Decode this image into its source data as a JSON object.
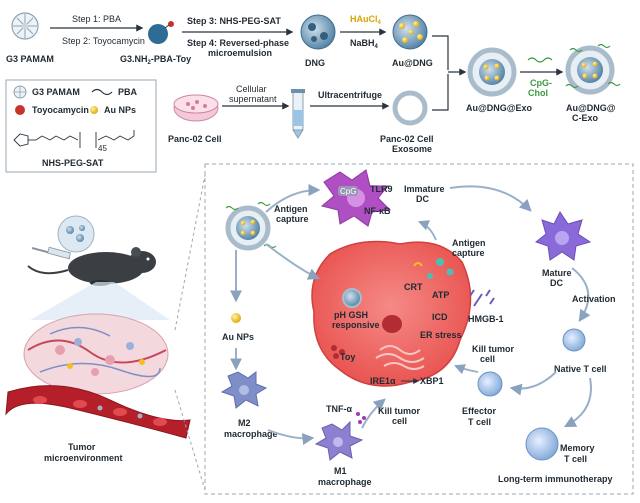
{
  "colors": {
    "pamam": "#d9e4ec",
    "dng_core": "#3d6e8f",
    "gold": "#f2c01e",
    "toyocamycin": "#c6342c",
    "tumor_cell": "#f0605e",
    "exosome_ring": "#a9bccb",
    "immature_dc": "#b04fc4",
    "mature_dc": "#8a6ad8",
    "t_cell": "#7ea7d8",
    "m2": "#7f8ec9",
    "m1": "#8e80d1",
    "arrow": "#9ab0c8",
    "green_text": "#3c9a45"
  },
  "synthesis": {
    "g3_pamam": "G3 PAMAM",
    "step1": "Step 1: PBA",
    "step2": "Step 2: Toyocamycin",
    "intermediate_line1": "G3.NH",
    "intermediate_sub": "2",
    "intermediate_line2": "-PBA-Toy",
    "step3": "Step 3: NHS-PEG-SAT",
    "step4_line1": "Step 4: Reversed-phase",
    "step4_line2": "microemulsion",
    "dng": "DNG",
    "haucl4_main": "HAuCl",
    "haucl4_sub": "4",
    "nabh4_main": "NaBH",
    "nabh4_sub": "4",
    "au_dng": "Au@DNG",
    "cell_supernatant_line1": "Cellular",
    "cell_supernatant_line2": "supernatant",
    "ultracentrifuge": "Ultracentrifuge",
    "panc02_cell": "Panc-02 Cell",
    "exosome_line1": "Panc-02 Cell",
    "exosome_line2": "Exosome",
    "au_dng_exo": "Au@DNG@Exo",
    "cpg_line1": "CpG-",
    "cpg_line2": "Chol",
    "c_exo_line1": "Au@DNG@",
    "c_exo_line2": "C-Exo"
  },
  "legend": {
    "g3_pamam": "G3 PAMAM",
    "pba": "PBA",
    "toyocamycin": "Toyocamycin",
    "au_nps": "Au NPs",
    "nhs_peg_sat": "NHS-PEG-SAT",
    "peg_n": "45"
  },
  "mouse": {
    "tumor_microenvironment_line1": "Tumor",
    "tumor_microenvironment_line2": "microenvironment"
  },
  "mechanism": {
    "antigen_capture_top_line1": "Antigen",
    "antigen_capture_top_line2": "capture",
    "cpg": "CpG",
    "tlr9": "TLR9",
    "nfkb": "NF-κB",
    "immature_dc_line1": "Immature",
    "immature_dc_line2": "DC",
    "mature_dc_line1": "Mature",
    "mature_dc_line2": "DC",
    "activation": "Activation",
    "antigen_capture_mid_line1": "Antigen",
    "antigen_capture_mid_line2": "capture",
    "crt": "CRT",
    "atp": "ATP",
    "icd": "ICD",
    "hmgb1": "HMGB-1",
    "ph_gsh_line1": "pH  GSH",
    "ph_gsh_line2": "responsive",
    "er_stress": "ER stress",
    "toy": "Toy",
    "ire1a": "IRE1α",
    "xbp1": "XBP1",
    "kill_tumor_cell_right_line1": "Kill tumor",
    "kill_tumor_cell_right_line2": "cell",
    "native_t_cell": "Native T cell",
    "effector_t_cell_line1": "Effector",
    "effector_t_cell_line2": "T cell",
    "memory_t_cell_line1": "Memory",
    "memory_t_cell_line2": "T cell",
    "long_term": "Long-term immunotherapy",
    "au_nps": "Au NPs",
    "m2_line1": "M2",
    "m2_line2": "macrophage",
    "tnf_alpha": "TNF-α",
    "m1_line1": "M1",
    "m1_line2": "macrophage",
    "kill_tumor_cell_left_line1": "Kill tumor",
    "kill_tumor_cell_left_line2": "cell"
  }
}
